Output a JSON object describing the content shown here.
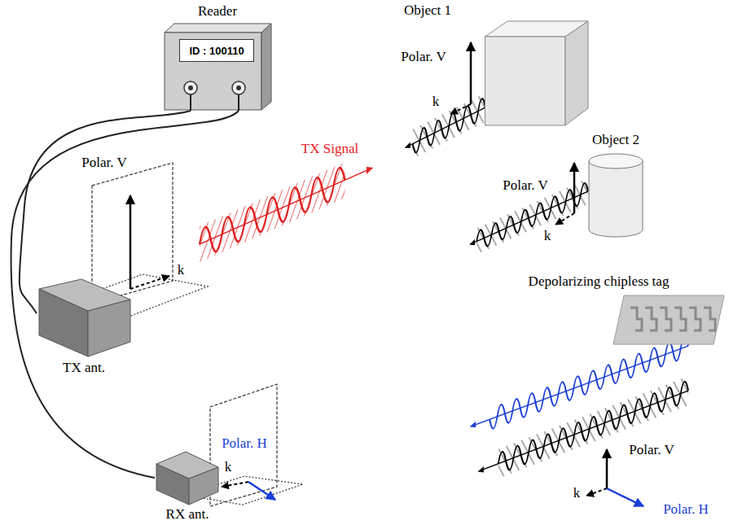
{
  "diagram": {
    "nodes": [
      {
        "text": [
          "Reader"
        ]
      },
      {
        "text": [
          "ID : 100110"
        ],
        "in": 0
      },
      {
        "text": [
          "TX ant."
        ]
      },
      {
        "text": [
          "RX ant."
        ]
      },
      {
        "text": [
          "Object 1"
        ]
      },
      {
        "text": [
          "Object 2"
        ]
      },
      {
        "text": [
          "Depolarizing chipless tag"
        ]
      }
    ],
    "edges": [
      {
        "from": 0,
        "to": 2,
        "arrow": "none"
      },
      {
        "from": 0,
        "to": 3,
        "arrow": "none"
      }
    ],
    "labels": [
      "Polar. V",
      "k",
      "TX Signal",
      "Polar. V",
      "k",
      "Polar. V",
      "k",
      "k",
      "Polar. H",
      "Polar. V",
      "k",
      "Polar. H"
    ]
  }
}
